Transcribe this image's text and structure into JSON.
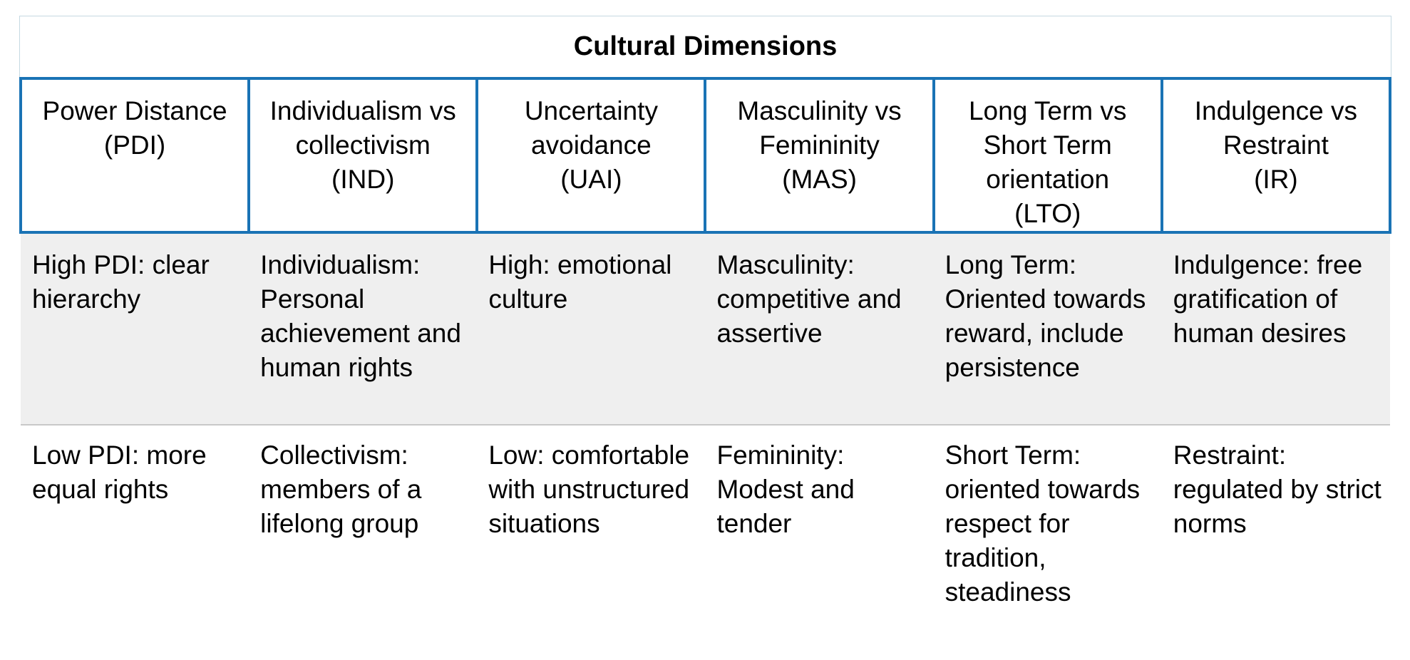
{
  "table": {
    "title": "Cultural Dimensions",
    "accent_color": "#1a73b5",
    "columns": [
      {
        "lines": [
          "Power Distance",
          "(PDI)"
        ]
      },
      {
        "lines": [
          "Individualism vs",
          "collectivism",
          "(IND)"
        ]
      },
      {
        "lines": [
          "Uncertainty",
          "avoidance",
          "(UAI)"
        ]
      },
      {
        "lines": [
          "Masculinity vs",
          "Femininity",
          "(MAS)"
        ]
      },
      {
        "lines": [
          "Long Term vs",
          "Short Term",
          "orientation",
          "(LTO)"
        ]
      },
      {
        "lines": [
          "Indulgence vs",
          "Restraint",
          "(IR)"
        ]
      }
    ],
    "rows": [
      {
        "cells": [
          "High PDI: clear hierarchy",
          "Individualism: Personal achievement and human rights",
          "High: emotional culture",
          "Masculinity: competitive and assertive",
          "Long Term: Oriented towards reward, include persistence",
          "Indulgence: free gratification of human desires"
        ]
      },
      {
        "cells": [
          "Low PDI: more equal rights",
          "Collectivism: members of a lifelong group",
          "Low: comfortable with unstructured situations",
          "Femininity: Modest and tender",
          "Short Term: oriented towards respect for tradition, steadiness",
          "Restraint: regulated by strict norms"
        ]
      }
    ]
  }
}
